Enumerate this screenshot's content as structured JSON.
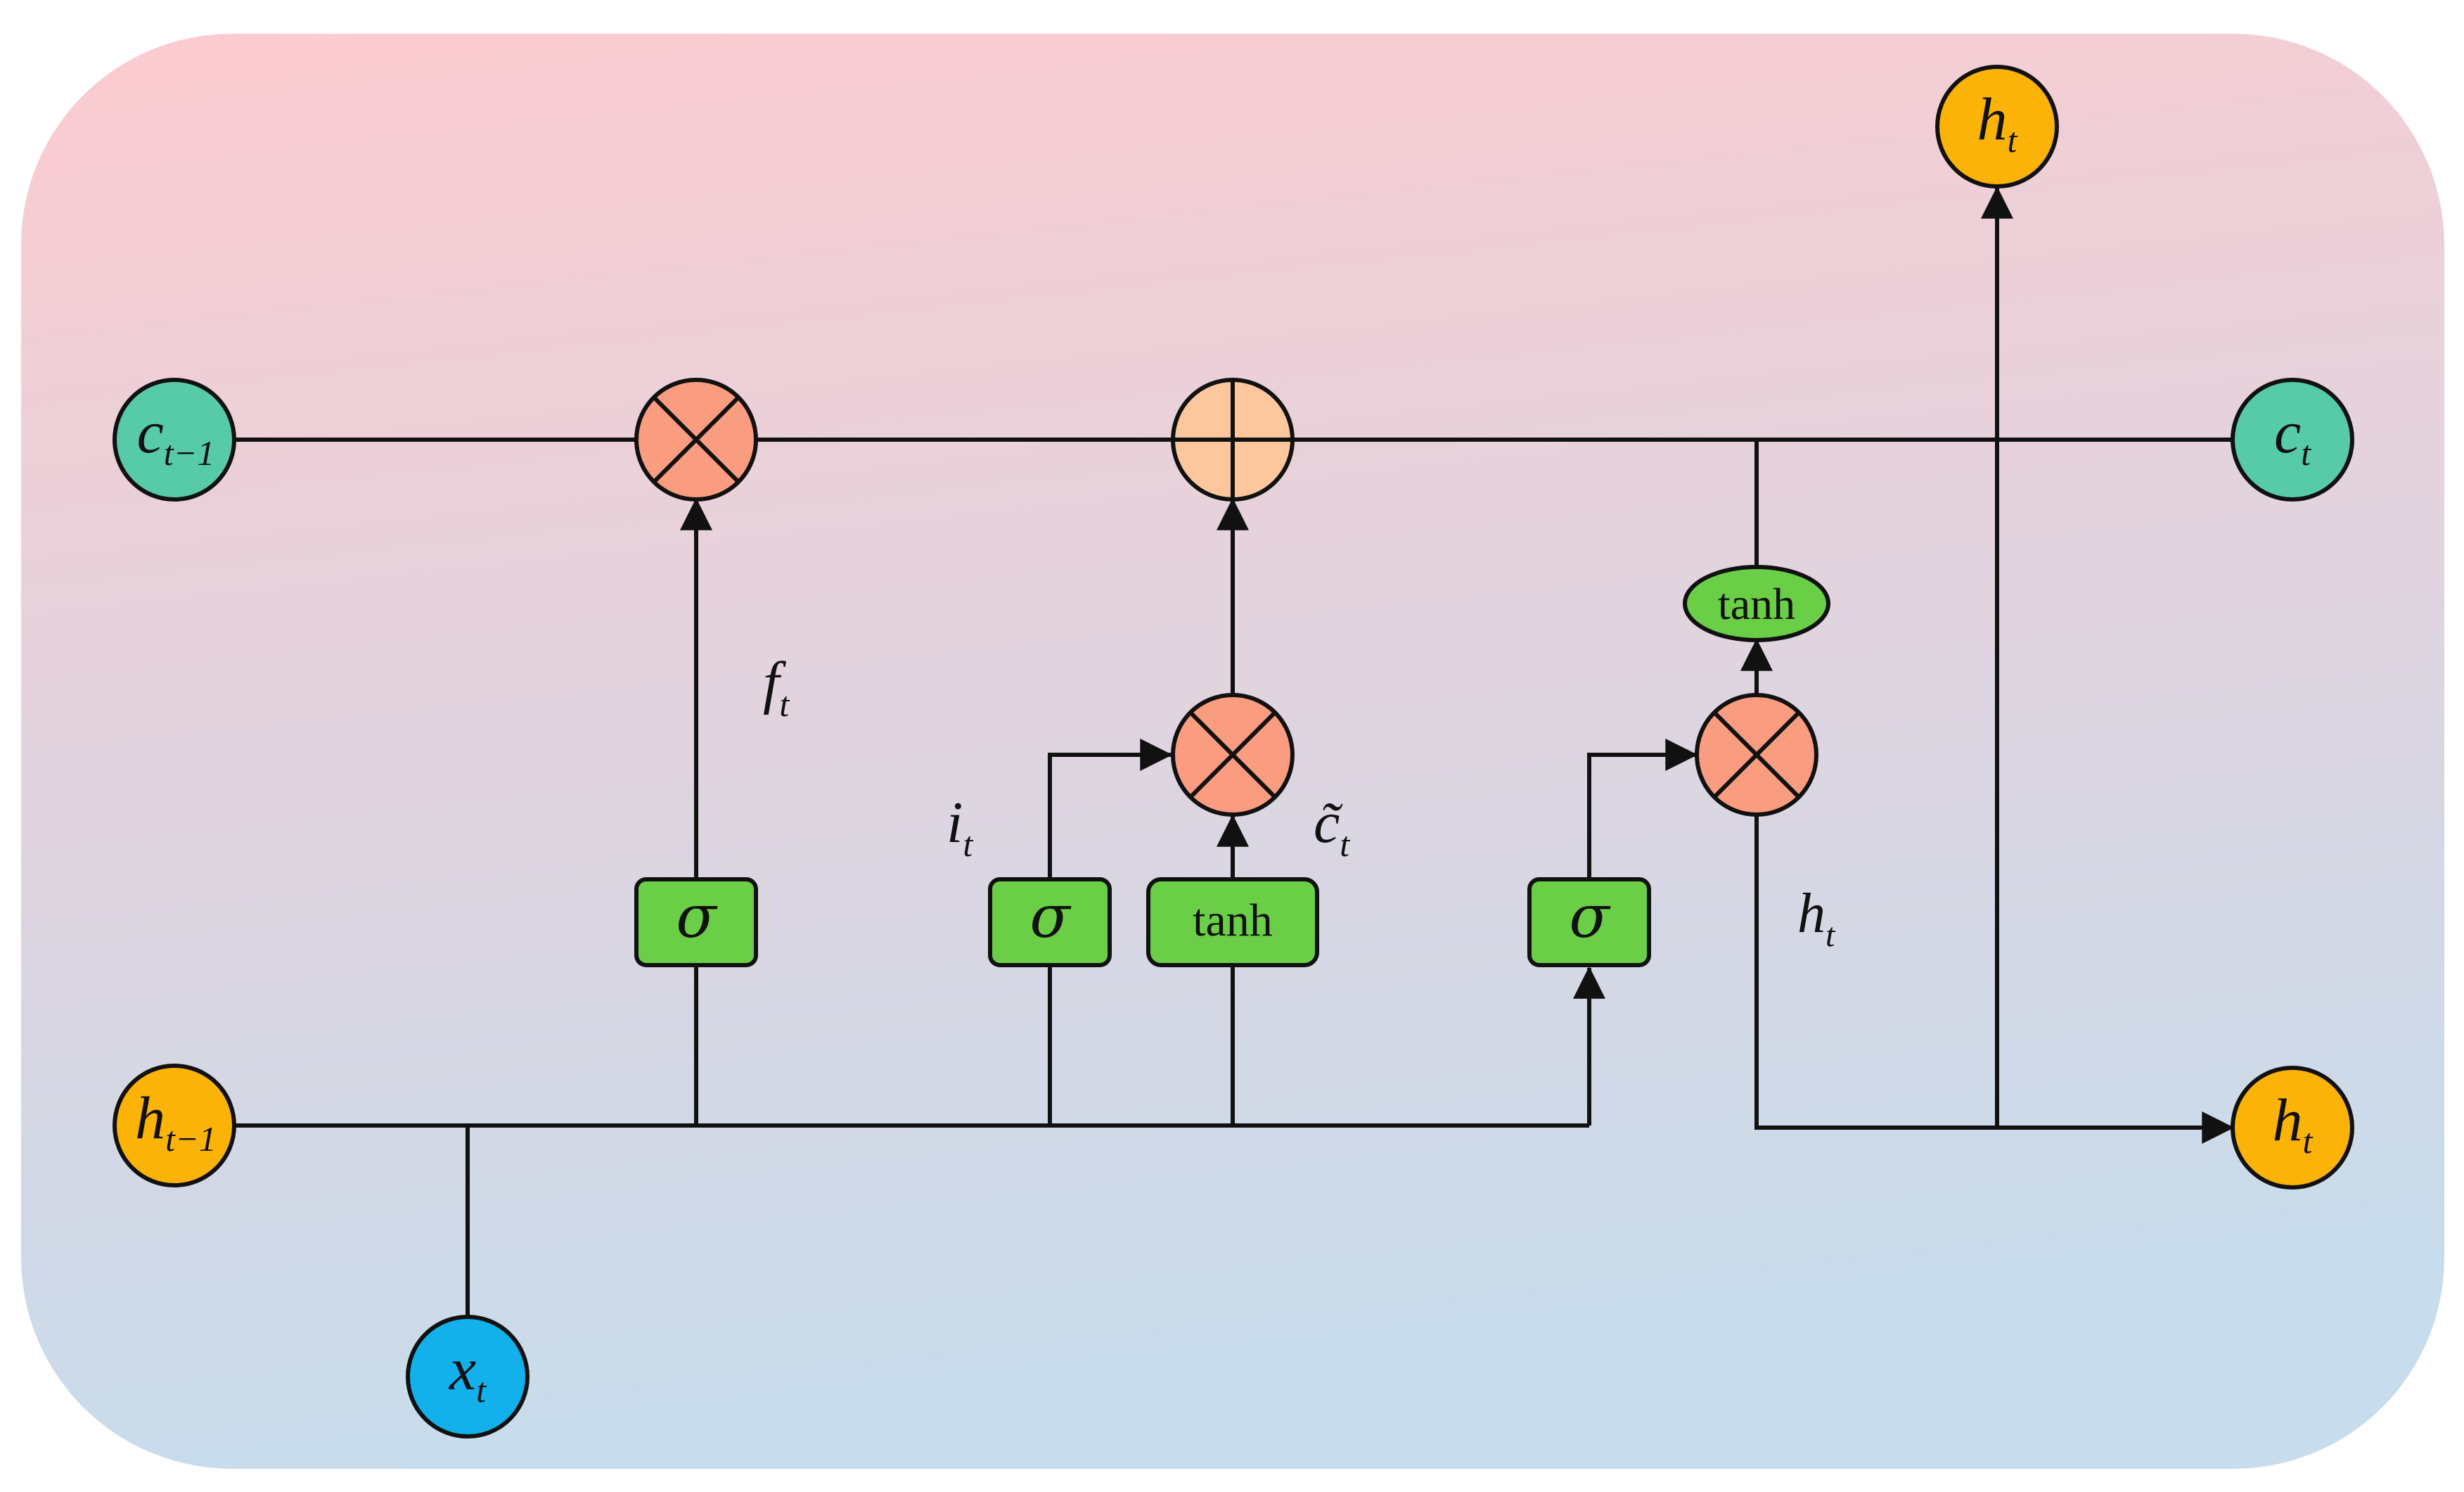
{
  "colors": {
    "background_top": "#fccbd0",
    "background_bottom": "#c7dcec",
    "cell_state_node": "#57cba8",
    "hidden_state_node": "#fbb307",
    "input_node": "#12b1ec",
    "multiply_op": "#f99c80",
    "add_op": "#fcc79c",
    "gate_box": "#6acf46",
    "line": "#111111"
  },
  "nodes": {
    "c_prev": {
      "symbol": "c",
      "sub": "t−1"
    },
    "c_next": {
      "symbol": "c",
      "sub": "t"
    },
    "h_prev": {
      "symbol": "h",
      "sub": "t−1"
    },
    "h_next_right": {
      "symbol": "h",
      "sub": "t"
    },
    "h_next_top": {
      "symbol": "h",
      "sub": "t"
    },
    "x_input": {
      "symbol": "x",
      "sub": "t"
    }
  },
  "gates": {
    "forget_sigma": "σ",
    "input_sigma": "σ",
    "candidate_tanh": "tanh",
    "output_sigma": "σ",
    "cell_tanh": "tanh"
  },
  "labels": {
    "forget": {
      "symbol": "f",
      "sub": "t"
    },
    "input": {
      "symbol": "i",
      "sub": "t"
    },
    "candidate": {
      "symbol": "c̃",
      "sub": "t"
    },
    "output": {
      "symbol": "h",
      "sub": "t"
    }
  }
}
